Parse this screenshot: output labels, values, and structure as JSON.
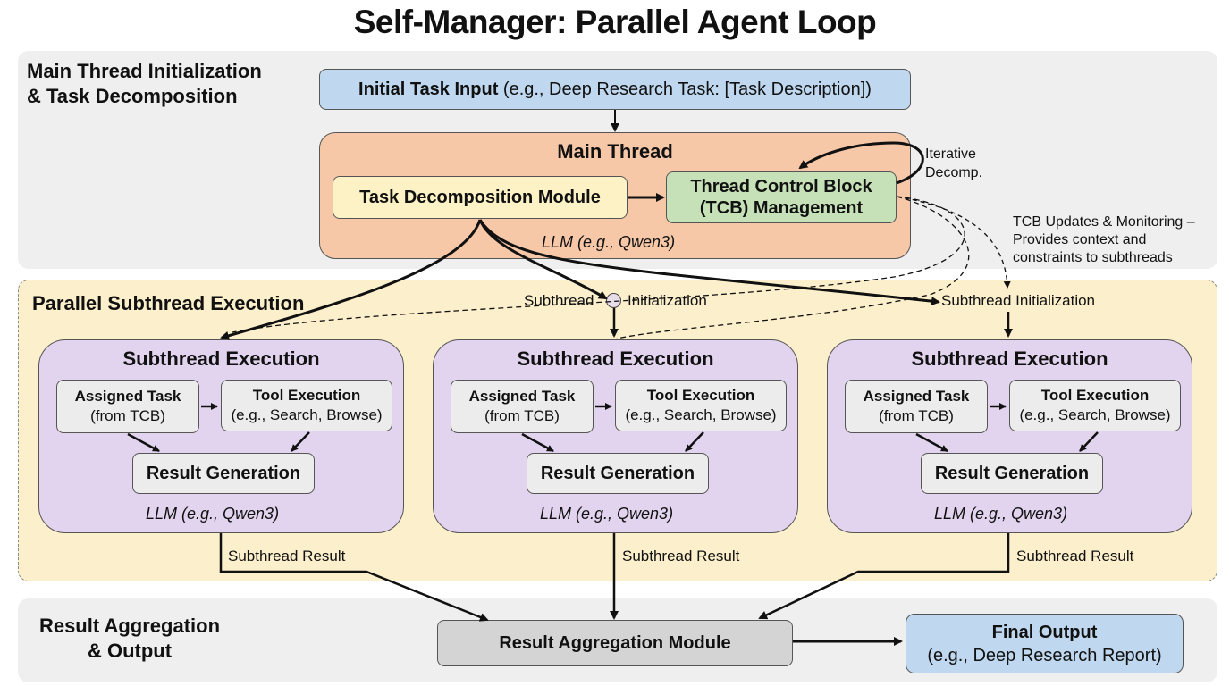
{
  "title": "Self-Manager: Parallel Agent Loop",
  "sections": {
    "top": "Main Thread Initialization\n& Task Decomposition",
    "top_line1": "Main Thread Initialization",
    "top_line2": "& Task Decomposition",
    "mid": "Parallel Subthread Execution",
    "bot_line1": "Result Aggregation",
    "bot_line2": "& Output"
  },
  "initial_input": {
    "bold": "Initial Task Input",
    "rest": " (e.g., Deep Research Task: [Task Description])"
  },
  "main_thread": {
    "title": "Main Thread",
    "decomp": "Task Decomposition Module",
    "tcb_line1": "Thread Control Block",
    "tcb_line2": "(TCB) Management",
    "llm": "LLM (e.g., Qwen3)",
    "loop_line1": "Iterative",
    "loop_line2": "Decomp."
  },
  "tcb_note": {
    "line1": "TCB Updates & Monitoring –",
    "line2": "Provides context and",
    "line3": "constraints to subthreads"
  },
  "init_labels": {
    "center_left": "Subthread",
    "center_right": "Initialization",
    "right": "Subthread Initialization"
  },
  "subthreads": [
    {
      "title": "Subthread Execution",
      "assigned_1": "Assigned Task",
      "assigned_2": "(from TCB)",
      "tool_1": "Tool Execution",
      "tool_2": "(e.g., Search, Browse)",
      "result": "Result Generation",
      "llm": "LLM (e.g., Qwen3)",
      "output": "Subthread Result"
    },
    {
      "title": "Subthread Execution",
      "assigned_1": "Assigned Task",
      "assigned_2": "(from TCB)",
      "tool_1": "Tool Execution",
      "tool_2": "(e.g., Search, Browse)",
      "result": "Result Generation",
      "llm": "LLM (e.g., Qwen3)",
      "output": "Subthread Result"
    },
    {
      "title": "Subthread Execution",
      "assigned_1": "Assigned Task",
      "assigned_2": "(from TCB)",
      "tool_1": "Tool Execution",
      "tool_2": "(e.g., Search, Browse)",
      "result": "Result Generation",
      "llm": "LLM (e.g., Qwen3)",
      "output": "Subthread Result"
    }
  ],
  "aggregation": "Result Aggregation Module",
  "final_output": {
    "title": "Final Output",
    "detail": "(e.g., Deep Research Report)"
  },
  "colors": {
    "input_blue": "#bfd8ef",
    "main_peach": "#f6c8a8",
    "decomp_yellow": "#fdf2c6",
    "tcb_green": "#c6e1b8",
    "subthread_purple": "#e2d4ee",
    "parallel_band": "#fcefcb",
    "band_gray": "#efefef"
  }
}
